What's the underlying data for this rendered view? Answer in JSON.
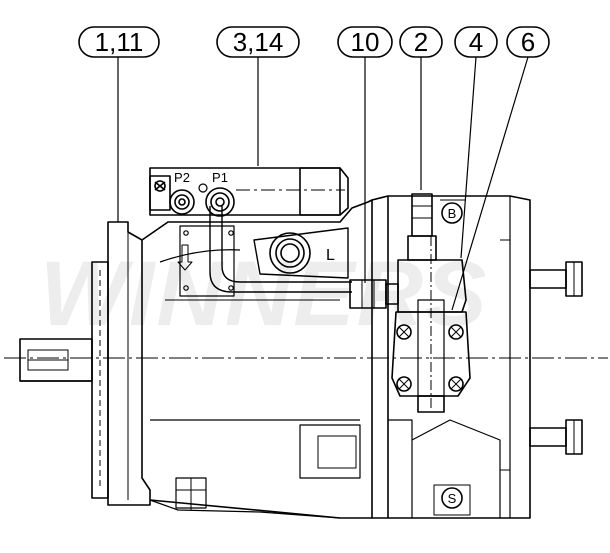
{
  "watermark": "WINNERS",
  "callouts": [
    {
      "id": "c1",
      "label": "1,11"
    },
    {
      "id": "c2",
      "label": "3,14"
    },
    {
      "id": "c3",
      "label": "10"
    },
    {
      "id": "c4",
      "label": "2"
    },
    {
      "id": "c5",
      "label": "4"
    },
    {
      "id": "c6",
      "label": "6"
    }
  ],
  "ports": {
    "p2": "P2",
    "p1": "P1",
    "l": "L",
    "b": "B",
    "s": "S"
  }
}
